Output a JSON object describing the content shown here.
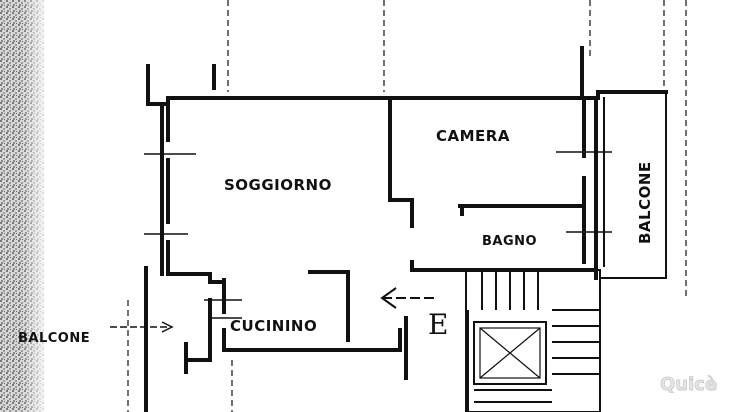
{
  "rooms": {
    "soggiorno": "SOGGIORNO",
    "camera": "CAMERA",
    "bagno": "BAGNO",
    "cucinino": "CUCININO",
    "balcone_right": "BALCONE",
    "balcone_left": "BALCONE"
  },
  "entrance_letter": "E",
  "watermark": "Quicè"
}
